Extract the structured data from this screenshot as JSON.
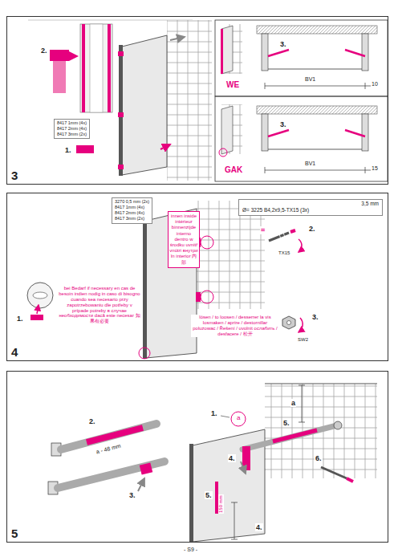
{
  "diagram": {
    "nodes": [
      {
        "text": [
          "3"
        ]
      },
      {
        "text": [
          "8417 1mm (4x)",
          "8417 2mm (4x)",
          "8417 3mm (2x)"
        ],
        "in": 0
      },
      {
        "text": [
          "4"
        ]
      },
      {
        "text": [
          "3270 0,5 mm (2x)",
          "8417 1mm (4x)",
          "8417 2mm (4x)",
          "8417 3mm (2x)"
        ],
        "in": 2
      },
      {
        "text": [
          "innen inside intérieur binnenzijde interno dentro w środku uvnitř vnútri внутри în interior 内部"
        ],
        "in": 2
      },
      {
        "text": [
          "3,5 mm",
          "Ø= 3225 B4,2x9,5-TX15 (3x)"
        ],
        "in": 2
      },
      {
        "text": [
          "5"
        ]
      }
    ],
    "labels": [
      "2.",
      "1.",
      "WE",
      "3.",
      "BV1",
      "10",
      "GAK",
      "3.",
      "BV1",
      "15",
      "2.",
      "TX15",
      "=",
      "bei Bedarf if necessary en cas de besoin indien nodig in caso di bisogno cuando sea necesario przy zapotrzebowaniu dle potřeby v prípade potreby в случае необходимости dacă este necesar 如果有必要",
      "1.",
      "lösen / to loosen / desserrer la vis losmaken / aprire / destornillar poluzowac / Řešení / uvolnit ослабить / desfacere / 松开",
      "3.",
      "SW2",
      "2.",
      "a - 48 mm",
      "3.",
      "1.",
      "a",
      "a",
      "4.",
      "5.",
      "6.",
      "5.",
      "4.",
      "150 mm",
      "- S9 -"
    ]
  }
}
